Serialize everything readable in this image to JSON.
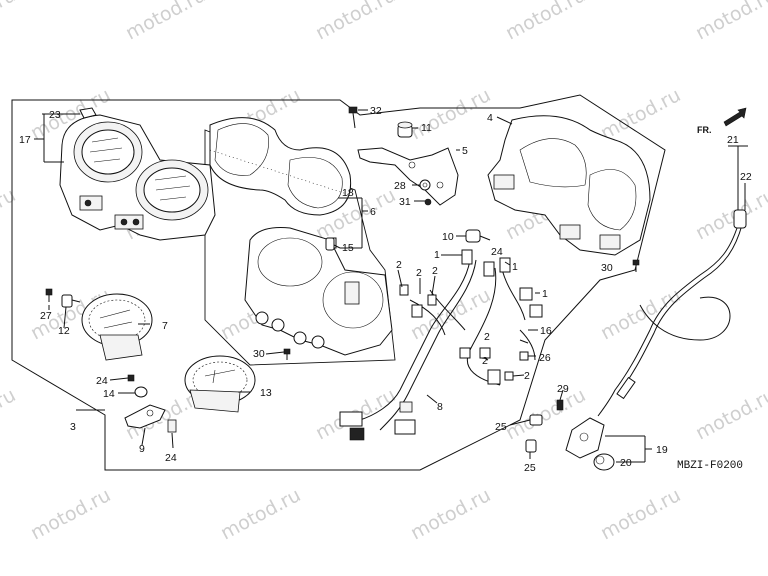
{
  "watermark": "motod.ru",
  "direction_marker": "FR.",
  "diagram_code": "MBZI-F0200",
  "callouts": {
    "c23": "23",
    "c17": "17",
    "c32": "32",
    "c11": "11",
    "c4": "4",
    "c21": "21",
    "c5": "5",
    "c28": "28",
    "c31": "31",
    "c22": "22",
    "c18": "18",
    "c6": "6",
    "c15": "15",
    "c10": "10",
    "c1a": "1",
    "c24a": "24",
    "c2a": "2",
    "c2b": "2",
    "c2c": "2",
    "c1b": "1",
    "c30a": "30",
    "c27": "27",
    "c12": "12",
    "c7": "7",
    "c1c": "1",
    "c2d": "2",
    "c16": "16",
    "c2e": "2",
    "c26": "26",
    "c30b": "30",
    "c24b": "24",
    "c2f": "2",
    "c14": "14",
    "c13": "13",
    "c3": "3",
    "c8": "8",
    "c29": "29",
    "c25a": "25",
    "c9": "9",
    "c24c": "24",
    "c19": "19",
    "c25b": "25",
    "c20": "20"
  }
}
